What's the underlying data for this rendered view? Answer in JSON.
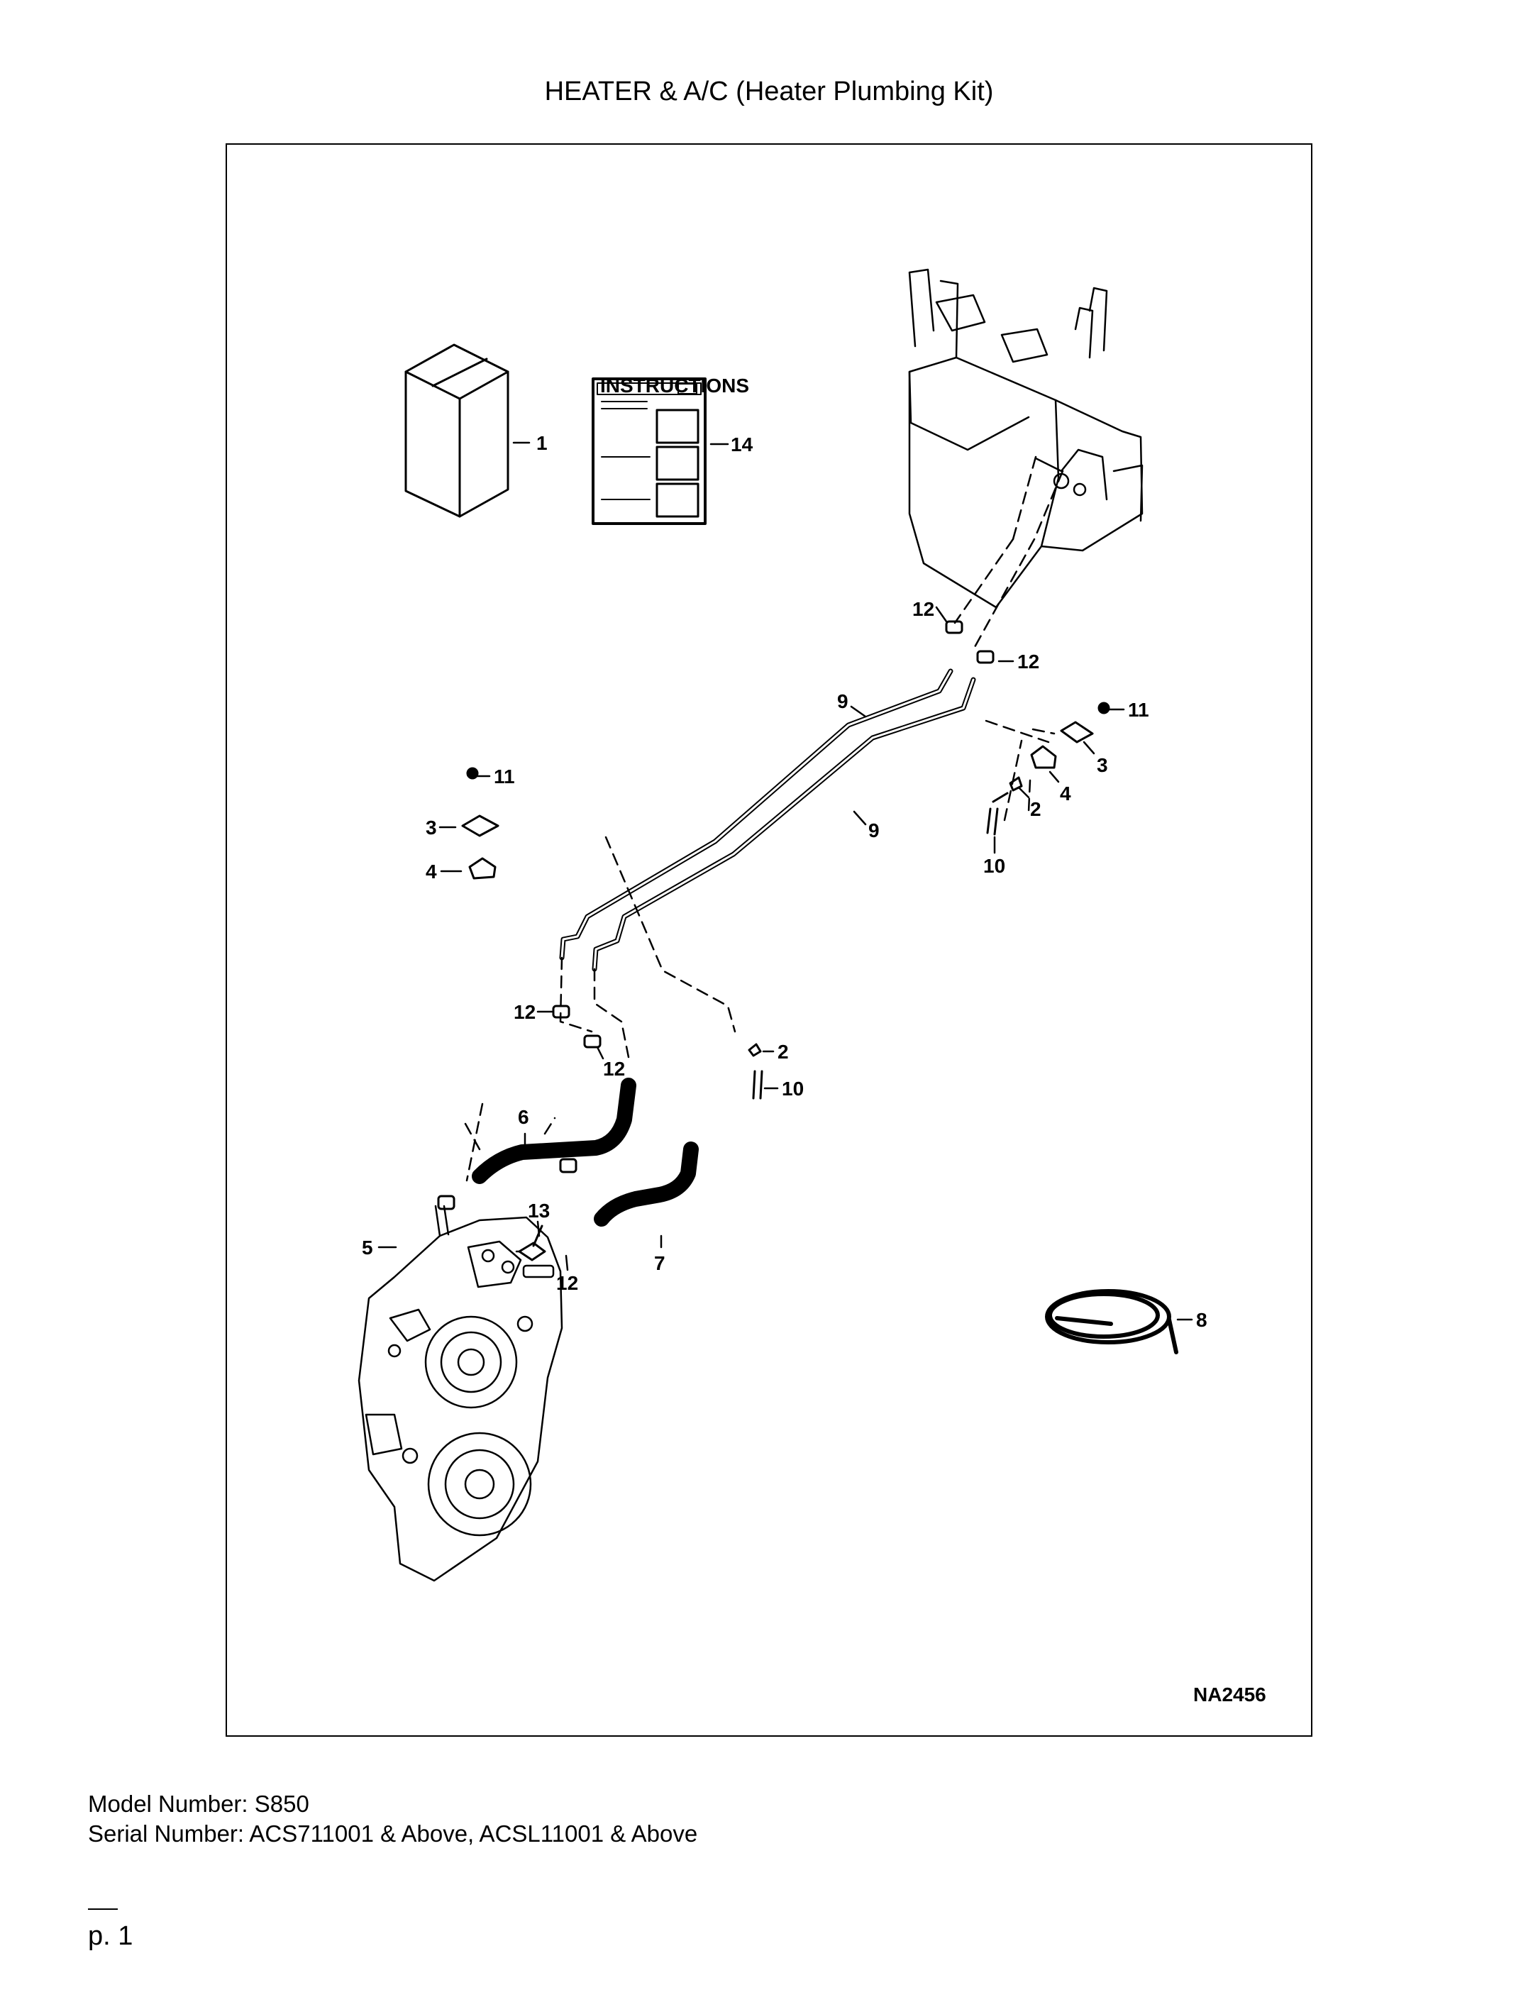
{
  "title": "HEATER & A/C (Heater Plumbing Kit)",
  "figure_code": "NA2456",
  "instructions_label": "INSTRUCTIONS",
  "callouts": {
    "c1": "1",
    "c14": "14",
    "c12a": "12",
    "c12b": "12",
    "c12c": "12",
    "c12d": "12",
    "c12e": "12",
    "c9a": "9",
    "c9b": "9",
    "c11a": "11",
    "c11b": "11",
    "c3a": "3",
    "c3b": "3",
    "c4a": "4",
    "c4b": "4",
    "c2a": "2",
    "c2b": "2",
    "c10a": "10",
    "c10b": "10",
    "c6": "6",
    "c7": "7",
    "c5": "5",
    "c13": "13",
    "c8": "8"
  },
  "footer": {
    "model": "Model Number: S850",
    "serial": "Serial Number: ACS711001 & Above, ACSL11001 & Above"
  },
  "page_number": "p. 1"
}
